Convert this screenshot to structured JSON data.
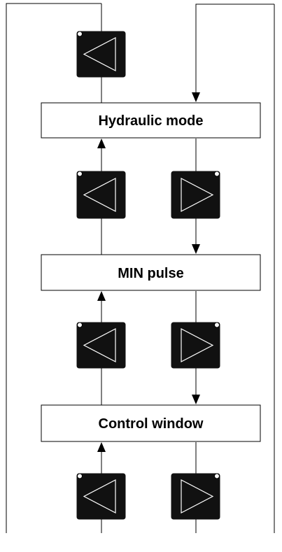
{
  "menu": {
    "items": [
      {
        "label": "Hydraulic mode"
      },
      {
        "label": "MIN pulse"
      },
      {
        "label": "Control window"
      }
    ]
  },
  "keys": {
    "previous": {
      "icon": "left-triangle-icon"
    },
    "next": {
      "icon": "right-triangle-icon"
    }
  },
  "colors": {
    "key_body": "#111111",
    "key_symbol": "#ffffff",
    "line": "#000000",
    "box_fill": "#ffffff"
  }
}
